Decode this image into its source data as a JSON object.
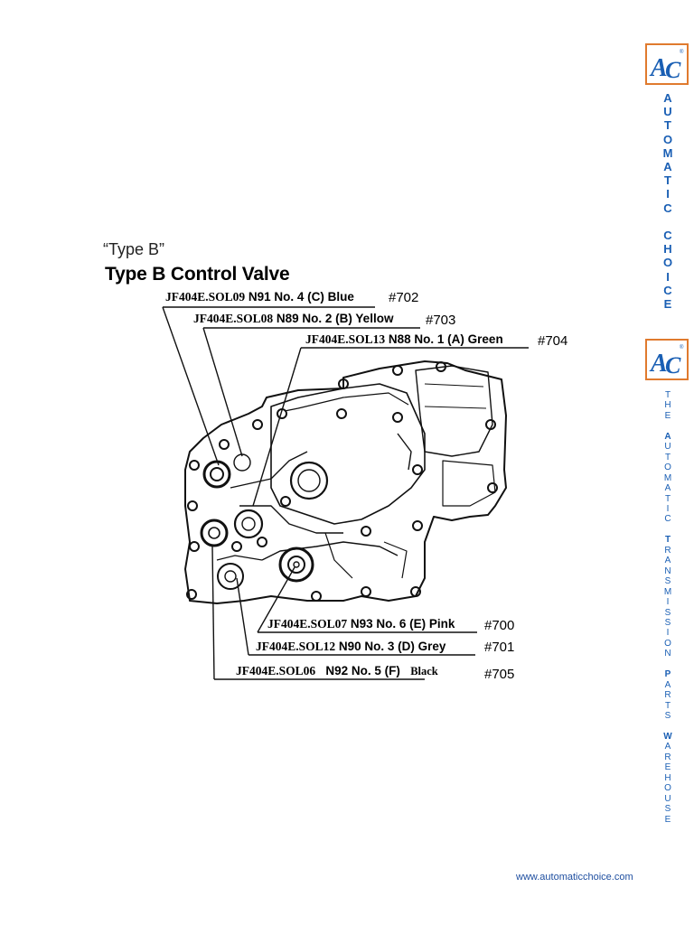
{
  "header": {
    "subtitle": "“Type B”",
    "title": "Type B Control Valve"
  },
  "solenoids": [
    {
      "code": "JF404E.SOL09",
      "desc": "N91 No. 4 (C) Blue",
      "part": "#702"
    },
    {
      "code": "JF404E.SOL08",
      "desc": "N89 No. 2 (B) Yellow",
      "part": "#703"
    },
    {
      "code": "JF404E.SOL13",
      "desc": "N88 No. 1 (A) Green",
      "part": "#704"
    },
    {
      "code": "JF404E.SOL07",
      "desc": "N93 No. 6 (E) Pink",
      "part": "#700"
    },
    {
      "code": "JF404E.SOL12",
      "desc": "N90 No. 3 (D) Grey",
      "part": "#701"
    },
    {
      "code": "JF404E.SOL06",
      "desc": "N92 No. 5 (F)",
      "color_word": "Black",
      "part": "#705"
    }
  ],
  "sidebar": {
    "logo_text": "AC",
    "logo_trademark": "®",
    "brand_letters": [
      "A",
      "U",
      "T",
      "O",
      "M",
      "A",
      "T",
      "I",
      "C",
      "",
      "C",
      "H",
      "O",
      "I",
      "C",
      "E"
    ],
    "tagline_letters": [
      "T",
      "H",
      "E",
      "",
      "A",
      "U",
      "T",
      "O",
      "M",
      "A",
      "T",
      "I",
      "C",
      "",
      "T",
      "R",
      "A",
      "N",
      "S",
      "M",
      "I",
      "S",
      "S",
      "I",
      "O",
      "N",
      "",
      "P",
      "A",
      "R",
      "T",
      "S",
      "",
      "W",
      "A",
      "R",
      "E",
      "H",
      "O",
      "U",
      "S",
      "E"
    ]
  },
  "footer": {
    "url": "www.automaticchoice.com"
  },
  "colors": {
    "brand_blue": "#1a5fb4",
    "logo_border": "#e07a2e",
    "logo_letters": "#1a5fb4"
  }
}
